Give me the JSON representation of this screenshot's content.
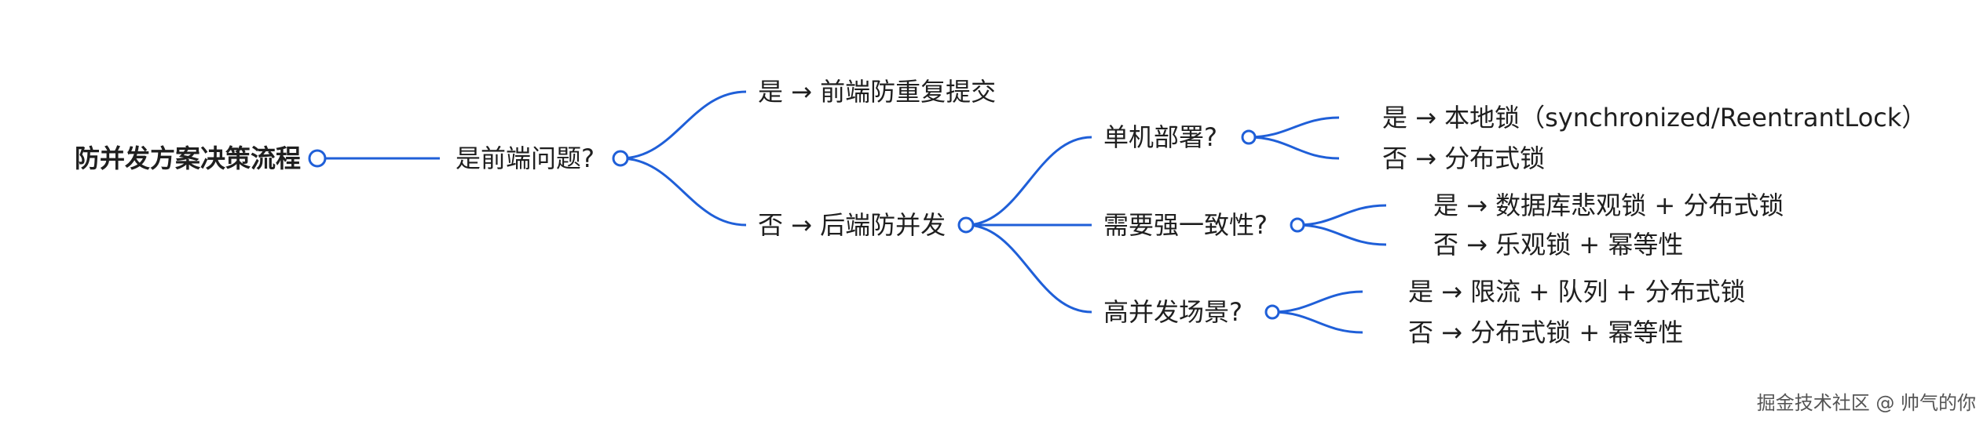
{
  "mindmap": {
    "root": "防并发方案决策流程",
    "nodes": {
      "q_frontend": "是前端问题?",
      "frontend_yes": "是 → 前端防重复提交",
      "backend": "否 → 后端防并发",
      "single_machine": "单机部署?",
      "single_yes": "是 → 本地锁（synchronized/ReentrantLock）",
      "single_no": "否 → 分布式锁",
      "strong_consistency": "需要强一致性?",
      "strong_yes": "是 → 数据库悲观锁 + 分布式锁",
      "strong_no": "否 → 乐观锁 + 幂等性",
      "high_concurrency": "高并发场景?",
      "high_yes": "是 → 限流 + 队列 + 分布式锁",
      "high_no": "否 → 分布式锁 + 幂等性"
    }
  },
  "watermark": "掘金技术社区 @ 帅气的你",
  "colors": {
    "line": "#1f5fd8",
    "text": "#1f1f1f",
    "background": "#ffffff"
  }
}
